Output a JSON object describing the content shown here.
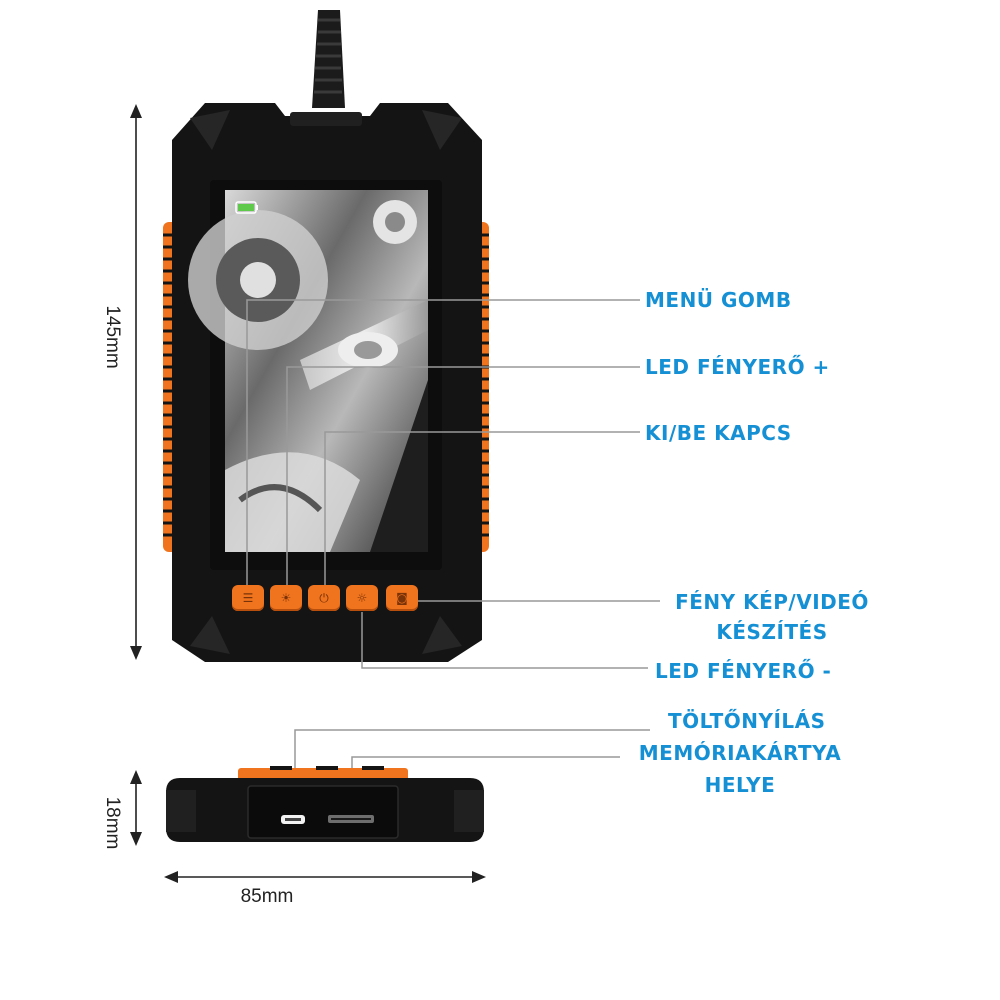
{
  "callouts": {
    "menu_button": "MENÜ GOMB",
    "led_brightness_plus": "LED FÉNYERŐ +",
    "power_switch": "KI/BE KAPCS",
    "photo_video_line1": "FÉNY KÉP/VIDEÓ",
    "photo_video_line2": "KÉSZÍTÉS",
    "led_brightness_minus": "LED FÉNYERŐ -",
    "charging_port": "TÖLTŐNYÍLÁS",
    "memory_card_line1": "MEMÓRIAKÁRTYA",
    "memory_card_line2": "HELYE"
  },
  "dimensions": {
    "height": "145mm",
    "thickness": "18mm",
    "width": "85mm"
  },
  "buttons": [
    {
      "name": "menu-button",
      "icon": "menu-icon",
      "glyph": "☰"
    },
    {
      "name": "led-plus-button",
      "icon": "sun-plus-icon",
      "glyph": "☀"
    },
    {
      "name": "power-button",
      "icon": "power-icon",
      "glyph": "⏻"
    },
    {
      "name": "led-minus-button",
      "icon": "sun-minus-icon",
      "glyph": "☼"
    },
    {
      "name": "camera-button",
      "icon": "camera-icon",
      "glyph": "◙"
    }
  ],
  "colors": {
    "callout_text": "#1690d4",
    "device_body": "#141414",
    "accent_orange": "#f0741e",
    "leader_line": "#999999"
  }
}
